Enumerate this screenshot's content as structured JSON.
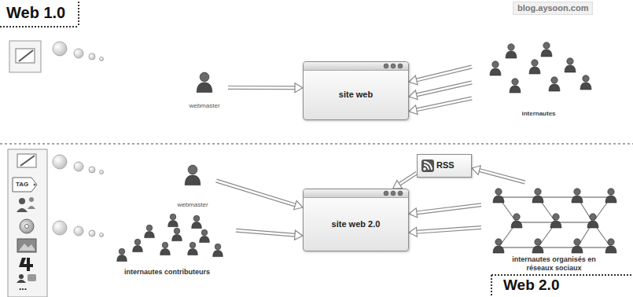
{
  "diagram": {
    "nodes": [
      {
        "text": [
          "webmaster"
        ]
      },
      {
        "text": [
          "site web"
        ]
      },
      {
        "text": [
          "internautes"
        ]
      },
      {
        "text": [
          "RSS"
        ]
      },
      {
        "text": [
          "webmaster"
        ]
      },
      {
        "text": [
          "site web 2.0"
        ]
      },
      {
        "text": [
          "internautes organisés en réseaux sociaux"
        ]
      },
      {
        "text": [
          "internautes contributeurs"
        ]
      }
    ],
    "edges": [
      {
        "from": 0,
        "to": 1,
        "arrow": "to"
      },
      {
        "from": 2,
        "to": 1,
        "arrow": "to"
      },
      {
        "from": 2,
        "to": 1,
        "arrow": "to"
      },
      {
        "from": 2,
        "to": 1,
        "arrow": "to"
      },
      {
        "from": 6,
        "to": 3,
        "arrow": "to"
      },
      {
        "from": 3,
        "to": 5,
        "arrow": "to"
      },
      {
        "from": 4,
        "to": 5,
        "arrow": "to"
      },
      {
        "from": 7,
        "to": 5,
        "arrow": "to"
      },
      {
        "from": 6,
        "to": 5,
        "arrow": "to"
      },
      {
        "from": 6,
        "to": 5,
        "arrow": "to"
      }
    ],
    "labels": [
      "Web 1.0",
      "blog.aysoon.com",
      "TAG",
      "...",
      "Web 2.0"
    ]
  }
}
